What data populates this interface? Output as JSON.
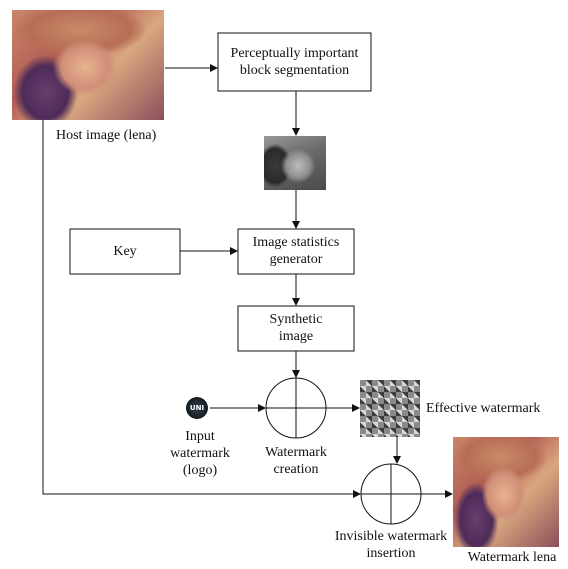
{
  "diagram": {
    "boxes": {
      "segmentation": "Perceptually important\nblock segmentation",
      "key": "Key",
      "statistics": "Image statistics\ngenerator",
      "synthetic": "Synthetic\nimage"
    },
    "labels": {
      "host_image": "Host image (lena)",
      "input_watermark": "Input\nwatermark\n(logo)",
      "watermark_creation": "Watermark\ncreation",
      "effective_watermark": "Effective watermark",
      "invisible_insertion": "Invisible watermark\ninsertion",
      "watermark_lena": "Watermark lena"
    },
    "logo_text": "UNI",
    "colors": {
      "line": "#111111",
      "box_fill": "#ffffff"
    }
  }
}
